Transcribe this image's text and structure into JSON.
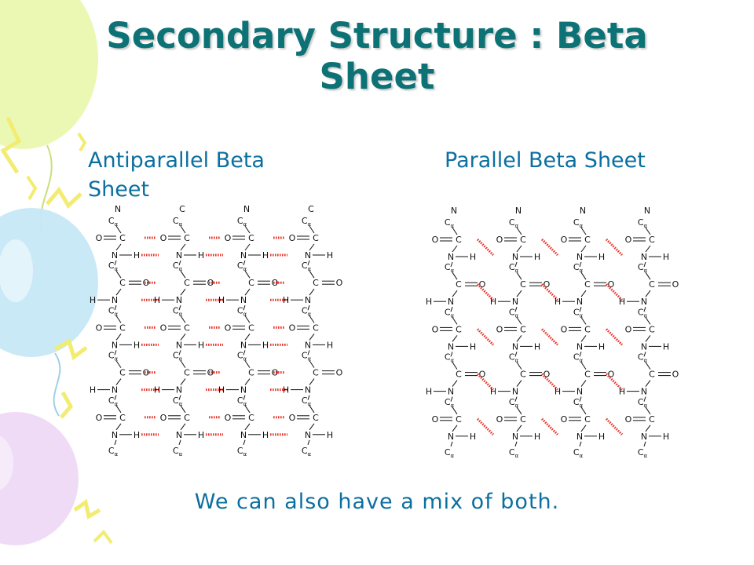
{
  "slide": {
    "title": "Secondary Structure : Beta Sheet",
    "left_subtitle": "Antiparallel Beta Sheet",
    "right_subtitle": "Parallel Beta Sheet",
    "caption": "We can also have a mix of both."
  },
  "colors": {
    "title": "#0d7275",
    "text": "#0b6fa0",
    "hydrogen_bond": "#e8352a",
    "balloon_green": "#e6f7a8",
    "balloon_blue": "#bfe6f6",
    "balloon_purple": "#ead4f3",
    "streamer_yellow": "#f4ef7a"
  },
  "diagrams": {
    "antiparallel": {
      "strands": 4,
      "residues_per_strand": 5,
      "atoms": {
        "n": "N",
        "h": "H",
        "c": "C",
        "o": "O",
        "ca": "C",
        "ca_sub": "α"
      }
    },
    "parallel": {
      "strands": 4,
      "residues_per_strand": 5,
      "atoms": {
        "n": "N",
        "h": "H",
        "c": "C",
        "o": "O",
        "ca": "C",
        "ca_sub": "α"
      }
    }
  }
}
